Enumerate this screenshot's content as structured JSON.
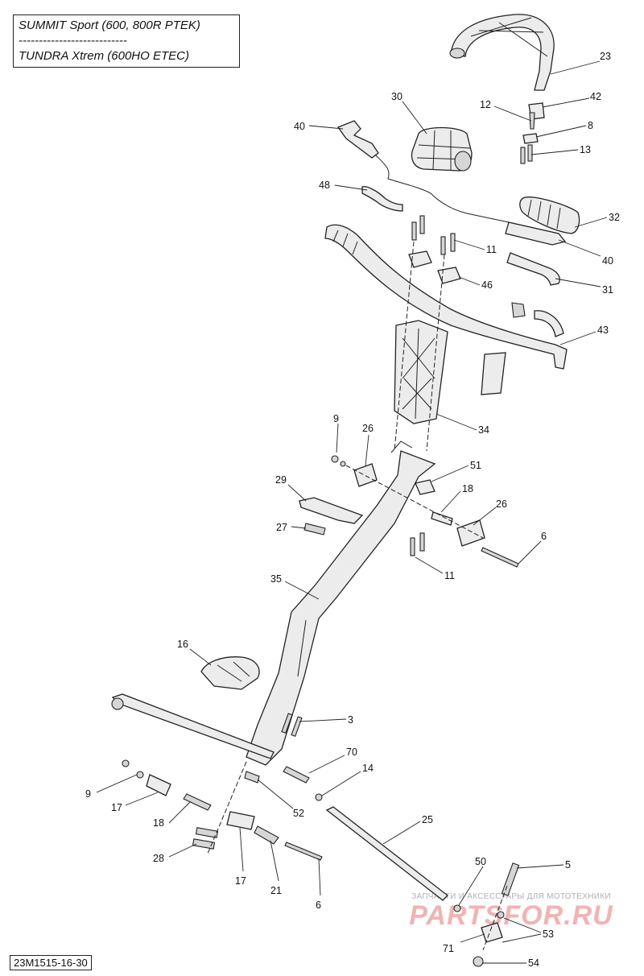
{
  "title_lines": [
    "SUMMIT Sport (600, 800R PTEK)",
    "---------------------------",
    "TUNDRA Xtrem (600HO ETEC)"
  ],
  "reference_code": "23M1515-16-30",
  "watermark": {
    "top_text": "ЗАПЧАСТИ И АКСЕССУАРЫ ДЛЯ МОТОТЕХНИКИ",
    "main_text": "PARTSFOR.RU"
  },
  "callouts": [
    "23",
    "42",
    "12",
    "8",
    "13",
    "30",
    "40",
    "48",
    "32",
    "11",
    "40",
    "46",
    "31",
    "43",
    "34",
    "9",
    "26",
    "51",
    "18",
    "29",
    "26",
    "27",
    "6",
    "11",
    "35",
    "16",
    "3",
    "70",
    "14",
    "9",
    "17",
    "52",
    "18",
    "25",
    "28",
    "17",
    "21",
    "6",
    "50",
    "5",
    "53",
    "71",
    "54"
  ]
}
